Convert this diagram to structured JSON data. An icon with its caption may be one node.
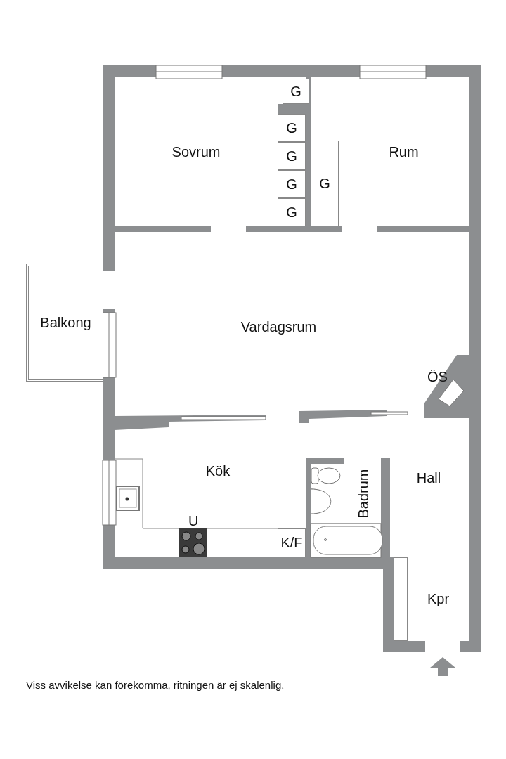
{
  "diagram": {
    "caption": "Viss avvikelse kan förekomma, ritningen är ej skalenlig.",
    "nodes": [
      {
        "text": [
          "Sovrum"
        ]
      },
      {
        "text": [
          "Rum"
        ]
      },
      {
        "text": [
          "G"
        ]
      },
      {
        "text": [
          "G"
        ]
      },
      {
        "text": [
          "G"
        ]
      },
      {
        "text": [
          "G"
        ]
      },
      {
        "text": [
          "G"
        ]
      },
      {
        "text": [
          "G"
        ]
      },
      {
        "text": [
          "Balkong"
        ]
      },
      {
        "text": [
          "Vardagsrum"
        ]
      },
      {
        "text": [
          "Kök"
        ]
      },
      {
        "text": [
          "Hall"
        ]
      },
      {
        "text": [
          "Badrum"
        ]
      },
      {
        "text": [
          "K/F"
        ]
      },
      {
        "text": [
          "Kpr"
        ]
      },
      {
        "text": [],
        "shape": "box"
      }
    ],
    "edges": [],
    "labels": [
      "ÖS",
      "U"
    ]
  }
}
